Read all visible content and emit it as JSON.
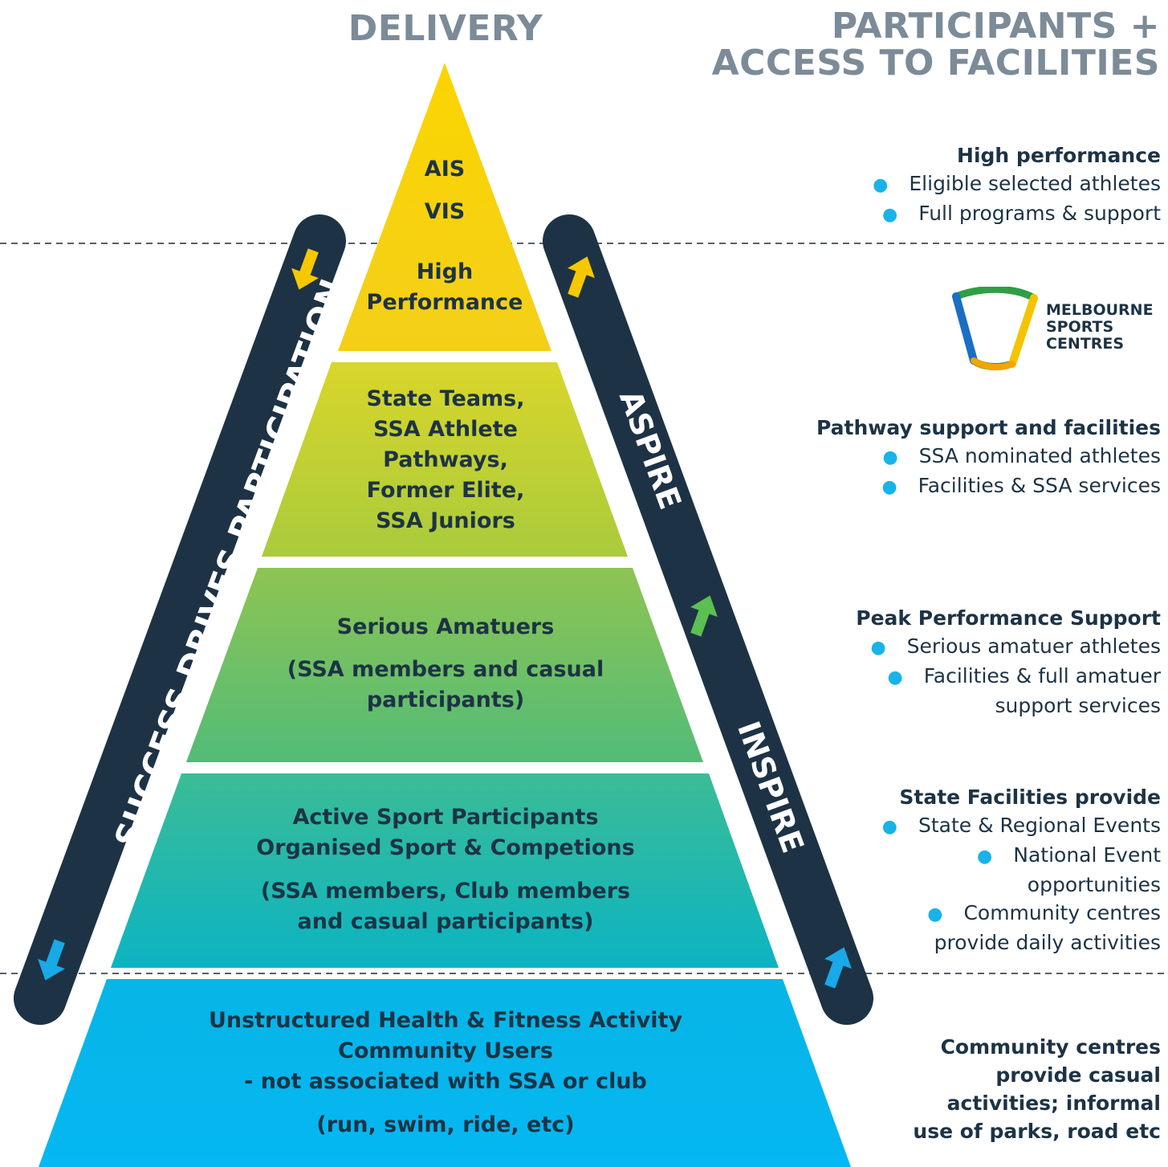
{
  "headers": {
    "delivery": "DELIVERY",
    "participants_line1": "PARTICIPANTS +",
    "participants_line2": "ACCESS TO FACILITIES"
  },
  "pyramid": {
    "tier1": {
      "line1": "AIS",
      "line2": "VIS",
      "line3": "High",
      "line4": "Performance",
      "color": "#f7d11a"
    },
    "tier2": {
      "lines": [
        "State Teams,",
        "SSA Athlete",
        "Pathways,",
        "Former Elite,",
        "SSA Juniors"
      ],
      "color": "#cfd231"
    },
    "tier3": {
      "title": "Serious Amatuers",
      "sub1": "(SSA members and casual",
      "sub2": "participants)",
      "color": "#7fc45a"
    },
    "tier4": {
      "line1": "Active Sport Participants",
      "line2": "Organised Sport & Competions",
      "sub1": "(SSA members, Club members",
      "sub2": "and casual participants)",
      "color": "#1fbca3"
    },
    "tier5": {
      "line1": "Unstructured Health & Fitness Activity",
      "line2": "Community Users",
      "line3": "- not associated with SSA or club",
      "sub": "(run, swim, ride, etc)",
      "color": "#0db7ec"
    }
  },
  "bands": {
    "left_label": "SUCCESS DRIVES PARTICIPATION",
    "right_label_top": "ASPIRE",
    "right_label_bottom": "INSPIRE",
    "band_color": "#1d3345",
    "arrow_colors": {
      "yellow": "#f7c700",
      "green": "#5bbf52",
      "blue": "#18a9e6"
    }
  },
  "right_column": {
    "high_performance": {
      "title": "High performance",
      "items": [
        "Eligible selected athletes",
        "Full programs & support"
      ]
    },
    "logo": {
      "line1": "MELBOURNE",
      "line2": "SPORTS",
      "line3": "CENTRES"
    },
    "pathway": {
      "title": "Pathway support and facilities",
      "items": [
        "SSA nominated athletes",
        "Facilities & SSA services"
      ]
    },
    "peak": {
      "title": "Peak Performance Support",
      "items": [
        "Serious amatuer athletes",
        "Facilities & full amatuer",
        "support services"
      ]
    },
    "state": {
      "title": "State Facilities provide",
      "items": [
        "State & Regional Events",
        "National Event",
        "opportunities",
        "Community centres",
        "provide daily activities"
      ]
    },
    "community": {
      "lines": [
        "Community centres",
        "provide casual",
        "activities; informal",
        "use of parks, road etc"
      ]
    }
  }
}
